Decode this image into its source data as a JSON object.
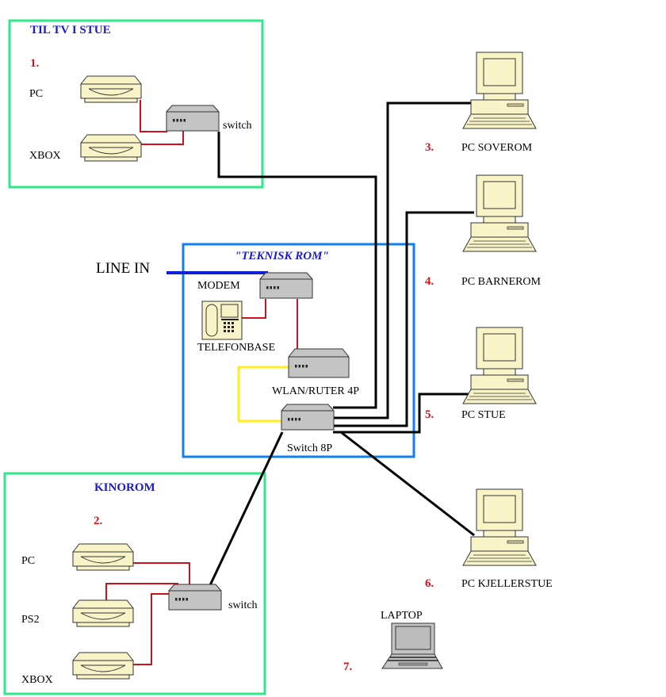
{
  "colors": {
    "zone_green": "#2ee88a",
    "zone_blue": "#1080f0",
    "title_blue": "#1a1ad0",
    "number_red": "#e0101a",
    "cable_red": "#d0101a",
    "cable_black": "#000000",
    "cable_yellow": "#ffee22",
    "line_in_blue": "#1020d8",
    "device_cream": "#f8f4c8",
    "switch_gray": "#c4c4c4"
  },
  "zones": {
    "tv": {
      "title": "TIL TV I STUE",
      "number": "1.",
      "devices": {
        "pc": "PC",
        "xbox": "XBOX",
        "switch": "switch"
      }
    },
    "teknisk": {
      "title": "\"TEKNISK ROM\"",
      "devices": {
        "modem": "MODEM",
        "telefonbase": "TELEFONBASE",
        "router": "WLAN/RUTER 4P",
        "switch": "Switch 8P"
      }
    },
    "kino": {
      "title": "KINOROM",
      "number": "2.",
      "devices": {
        "pc": "PC",
        "ps2": "PS2",
        "xbox": "XBOX",
        "switch": "switch"
      }
    }
  },
  "line_in": "LINE IN",
  "stations": [
    {
      "number": "3.",
      "label": "PC SOVEROM"
    },
    {
      "number": "4.",
      "label": "PC BARNEROM"
    },
    {
      "number": "5.",
      "label": "PC STUE"
    },
    {
      "number": "6.",
      "label": "PC KJELLERSTUE"
    },
    {
      "number": "7.",
      "label": "LAPTOP"
    }
  ]
}
